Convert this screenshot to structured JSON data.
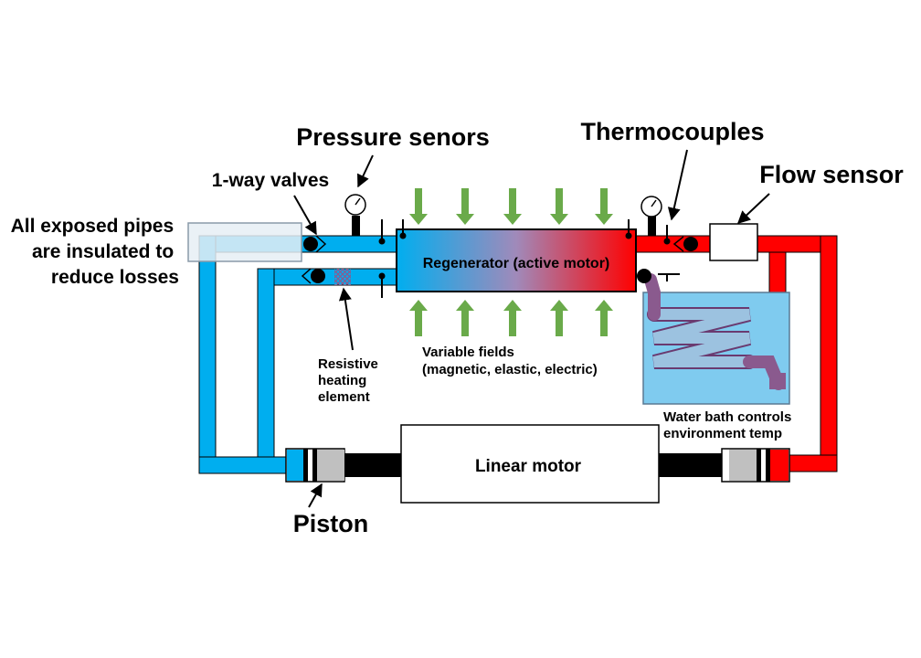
{
  "labels": {
    "pressure_sensors": "Pressure senors",
    "thermocouples": "Thermocouples",
    "flow_sensor": "Flow sensor",
    "one_way_valves": "1-way valves",
    "insulated_pipes": [
      "All exposed pipes",
      "are insulated to",
      "reduce losses"
    ],
    "regenerator": "Regenerator (active motor)",
    "variable_fields": [
      "Variable fields",
      "(magnetic, elastic, electric)"
    ],
    "resistive_heating": [
      "Resistive",
      "heating",
      "element"
    ],
    "water_bath": [
      "Water bath controls",
      "environment temp"
    ],
    "linear_motor": "Linear motor",
    "piston": "Piston"
  },
  "colors": {
    "cold": "#00aeef",
    "hot": "#ff0000",
    "field_arrow": "#6aaa4a",
    "water": "#7fcbef",
    "coil": "#8a5a8e",
    "regen_mid": "#a08aba"
  },
  "icons": {
    "gauge": "pressure-gauge-icon",
    "valve": "check-valve-icon",
    "arrow": "field-arrow-icon"
  }
}
